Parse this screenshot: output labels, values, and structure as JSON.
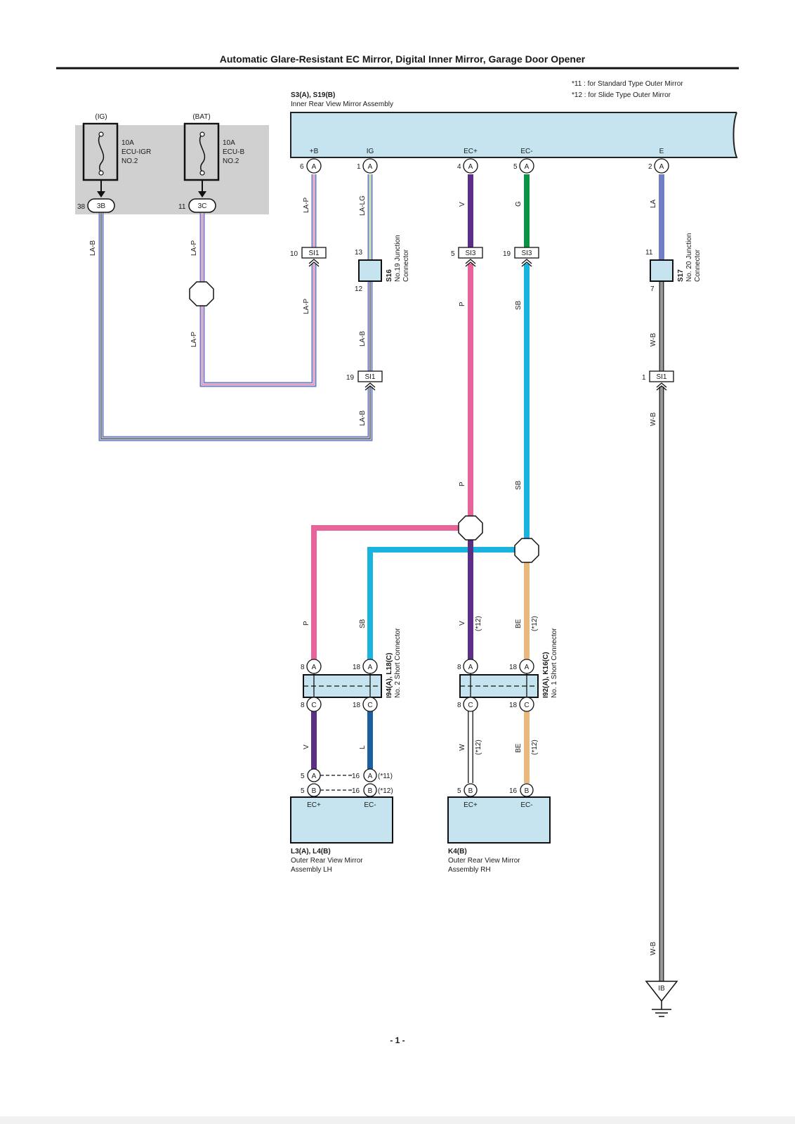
{
  "page": {
    "title": "Automatic Glare-Resistant EC Mirror, Digital Inner Mirror, Garage Door Opener",
    "page_number": "- 1 -"
  },
  "notes": [
    "*11 : for Standard Type Outer Mirror",
    "*12 : for Slide Type Outer Mirror"
  ],
  "colors": {
    "LA": "#6f7fc0",
    "P": "#e8639a",
    "V": "#5c2f86",
    "G": "#0a9245",
    "SB": "#19b3e0",
    "B": "#333333",
    "LG": "#9bd36a",
    "W": "#ffffff",
    "BE": "#e9b87f",
    "L": "#1c5fa0",
    "connector_fill": "#c5e4ef",
    "fuse_box": "#d0d0d0"
  },
  "inner_mirror": {
    "code": "S3(A), S19(B)",
    "name": "Inner Rear View Mirror Assembly",
    "terminals": {
      "b": "+B",
      "ig": "IG",
      "ecp": "EC+",
      "ecm": "EC-",
      "e": "E"
    },
    "pins": {
      "b": "6",
      "ig": "1",
      "ecp": "4",
      "ecm": "5",
      "e": "2"
    },
    "conn": "A"
  },
  "fuses": {
    "ig": {
      "header": "(IG)",
      "rating": "10A",
      "name1": "ECU-IGR",
      "name2": "NO.2",
      "pin": "38",
      "conn": "3B"
    },
    "bat": {
      "header": "(BAT)",
      "rating": "10A",
      "name1": "ECU-B",
      "name2": "NO.2",
      "pin": "11",
      "conn": "3C"
    }
  },
  "junctions": {
    "s16": {
      "code": "S16",
      "name1": "No.19 Junction",
      "name2": "Connector",
      "pin_top": "13",
      "pin_bottom": "12"
    },
    "s17": {
      "code": "S17",
      "name1": "No. 20 Junction",
      "name2": "Connector",
      "pin_top": "11",
      "pin_bottom": "7"
    }
  },
  "splices": {
    "si1_10": {
      "pin": "10",
      "label": "SI1"
    },
    "si1_19": {
      "pin": "19",
      "label": "SI1"
    },
    "si3_5": {
      "pin": "5",
      "label": "SI3"
    },
    "si3_19": {
      "pin": "19",
      "label": "SI3"
    },
    "si1_1": {
      "pin": "1",
      "label": "SI1"
    }
  },
  "wire_labels": {
    "lab_ig_fuse": "LA-B",
    "lap1": "LA-P",
    "lap2": "LA-P",
    "lap3": "LA-P",
    "lap4": "LA-P",
    "lalg": "LA-LG",
    "lab1": "LA-B",
    "lab2": "LA-B",
    "v_top": "V",
    "g_top": "G",
    "la_e": "LA",
    "p1": "P",
    "p2": "P",
    "sb1": "SB",
    "sb2": "SB",
    "wb1": "W-B",
    "wb2": "W-B",
    "wb3": "W-B",
    "p_lh": "P",
    "sb_lh": "SB",
    "v_rh": "V",
    "v_rh_note": "(*12)",
    "be_rh": "BE",
    "be_rh_note": "(*12)",
    "v_lh": "V",
    "l_lh": "L",
    "w_rh": "W",
    "w_rh_note": "(*12)",
    "be_rh2": "BE",
    "be_rh2_note": "(*12)"
  },
  "short_connectors": {
    "no2": {
      "code": "I94(A), L18(C)",
      "name": "No. 2 Short Connector",
      "pin_a1": "8",
      "pin_a2": "18",
      "pin_c1": "8",
      "pin_c2": "18",
      "conn_top": "A",
      "conn_bot": "C"
    },
    "no1": {
      "code": "I92(A), K16(C)",
      "name": "No. 1 Short Connector",
      "pin_a1": "8",
      "pin_a2": "18",
      "pin_c1": "8",
      "pin_c2": "18",
      "conn_top": "A",
      "conn_bot": "C"
    }
  },
  "outer_lh": {
    "code": "L3(A), L4(B)",
    "name1": "Outer Rear View Mirror",
    "name2": "Assembly LH",
    "t1": "EC+",
    "t2": "EC-",
    "pin_a1": "5",
    "pin_a2": "16",
    "pin_b1": "5",
    "pin_b2": "16",
    "conn_a": "A",
    "conn_b": "B",
    "note_a": "(*11)",
    "note_b": "(*12)"
  },
  "outer_rh": {
    "code": "K4(B)",
    "name1": "Outer Rear View Mirror",
    "name2": "Assembly RH",
    "t1": "EC+",
    "t2": "EC-",
    "pin1": "5",
    "pin2": "16",
    "conn": "B"
  },
  "ground": {
    "label": "IB"
  }
}
